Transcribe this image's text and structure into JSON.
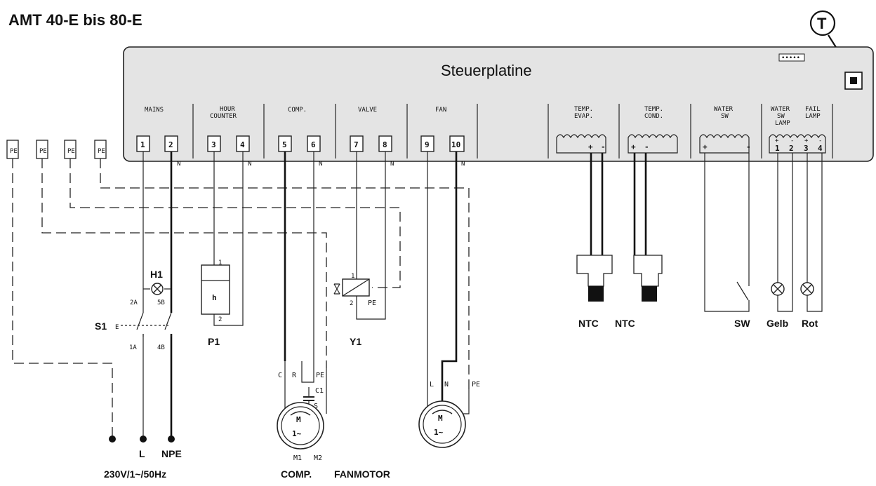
{
  "title": "AMT 40-E bis 80-E",
  "board": {
    "label": "Steuerplatine",
    "t_marker": "T",
    "led_strip": "•••••",
    "sections": {
      "mains": "MAINS",
      "hour_counter_1": "HOUR",
      "hour_counter_2": "COUNTER",
      "comp": "COMP.",
      "valve": "VALVE",
      "fan": "FAN",
      "temp_evap_1": "TEMP.",
      "temp_evap_2": "EVAP.",
      "temp_cond_1": "TEMP.",
      "temp_cond_2": "COND.",
      "water_sw_1": "WATER",
      "water_sw_2": "SW",
      "water_sw_lamp_1": "WATER",
      "water_sw_lamp_2": "SW",
      "water_sw_lamp_3": "LAMP",
      "fail_lamp_1": "FAIL",
      "fail_lamp_2": "LAMP"
    },
    "terminals": [
      "1",
      "2",
      "3",
      "4",
      "5",
      "6",
      "7",
      "8",
      "9",
      "10"
    ],
    "n_marks": [
      "N",
      "N",
      "N",
      "N",
      "N"
    ],
    "sensor_pins": {
      "evap_plus": "+",
      "evap_minus": "-",
      "cond_plus": "+",
      "cond_minus": "-",
      "sw_plus": "+",
      "sw_minus": "-",
      "lamp_pins": [
        "1",
        "2",
        "3",
        "4"
      ],
      "lamp_signs": [
        "+",
        "-",
        "+",
        "-"
      ]
    }
  },
  "pe_labels": [
    "PE",
    "PE",
    "PE",
    "PE"
  ],
  "components": {
    "h1": "H1",
    "h1_pin_left": "2A",
    "h1_pin_right": "5B",
    "s1": "S1",
    "s1_e": "E",
    "s1_pin_left": "1A",
    "s1_pin_right": "4B",
    "p1": "P1",
    "p1_pin_top": "1",
    "p1_pin_bottom": "2",
    "p1_h": "h",
    "y1": "Y1",
    "y1_pin_top": "1",
    "y1_pin_bottom": "2",
    "y1_pe": "PE",
    "comp_c": "C",
    "comp_r": "R",
    "comp_pe": "PE",
    "comp_c1": "C1",
    "comp_s": "S",
    "comp_m": "M",
    "comp_phase": "1~",
    "comp_m1": "M1",
    "comp_m2": "M2",
    "fan_l": "L",
    "fan_n": "N",
    "fan_pe": "PE",
    "fan_m": "M",
    "fan_phase": "1~"
  },
  "bottom_labels": {
    "l": "L",
    "npe": "NPE",
    "supply": "230V/1~/50Hz",
    "comp": "COMP.",
    "fanmotor": "FANMOTOR",
    "ntc1": "NTC",
    "ntc2": "NTC",
    "sw": "SW",
    "gelb": "Gelb",
    "rot": "Rot"
  }
}
